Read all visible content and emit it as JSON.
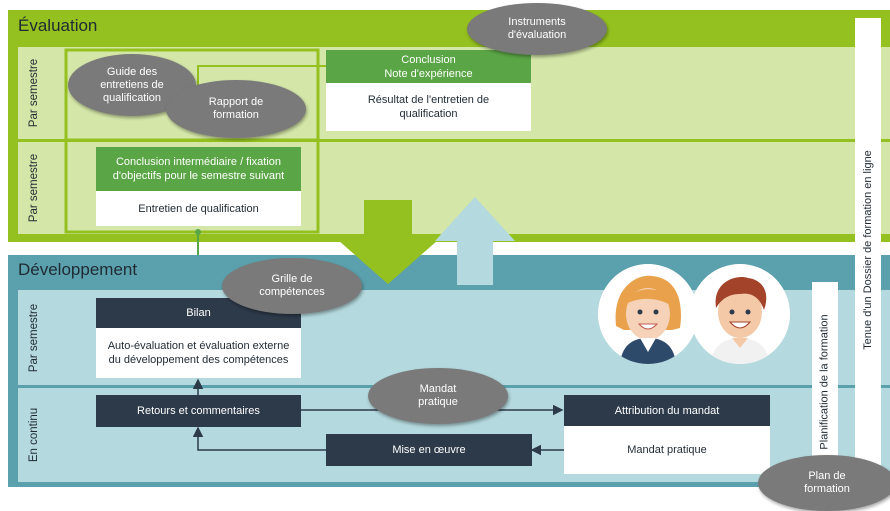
{
  "evaluation": {
    "title": "Évaluation",
    "row1_label": "Par semestre",
    "row2_label": "Par semestre",
    "guide": "Guide des entretiens de qualification",
    "rapport": "Rapport de formation",
    "instruments": "Instruments d'évaluation",
    "conclusion_head": "Conclusion\nNote d'expérience",
    "conclusion_body": "Résultat de l'entretien de qualification",
    "inter_head": "Conclusion intermédiaire / fixation d'objectifs pour le semestre suivant",
    "inter_body": "Entretien de qualification"
  },
  "developpement": {
    "title": "Développement",
    "row1_label": "Par semestre",
    "row2_label": "En continu",
    "grille": "Grille de compétences",
    "bilan_head": "Bilan",
    "bilan_body": "Auto-évaluation et évaluation externe du développement des compétences",
    "mandat_oval": "Mandat pratique",
    "retours": "Retours et commentaires",
    "mise": "Mise en œuvre",
    "attribution_head": "Attribution du mandat",
    "attribution_body": "Mandat pratique"
  },
  "side": {
    "planification": "Planification de la formation",
    "tenue": "Tenue d'un Dossier de formation en ligne",
    "plan": "Plan de formation"
  },
  "colors": {
    "green_dark": "#94c11f",
    "green_light": "#d4e6a8",
    "teal_dark": "#5ba1ad",
    "teal_light": "#b4d9de",
    "head_green": "#5aa545",
    "head_dark": "#2d3a4a",
    "oval_grey": "#7a7a7a"
  },
  "icons": [
    "arrow-down-icon",
    "arrow-up-icon",
    "woman-avatar-icon",
    "man-avatar-icon"
  ]
}
